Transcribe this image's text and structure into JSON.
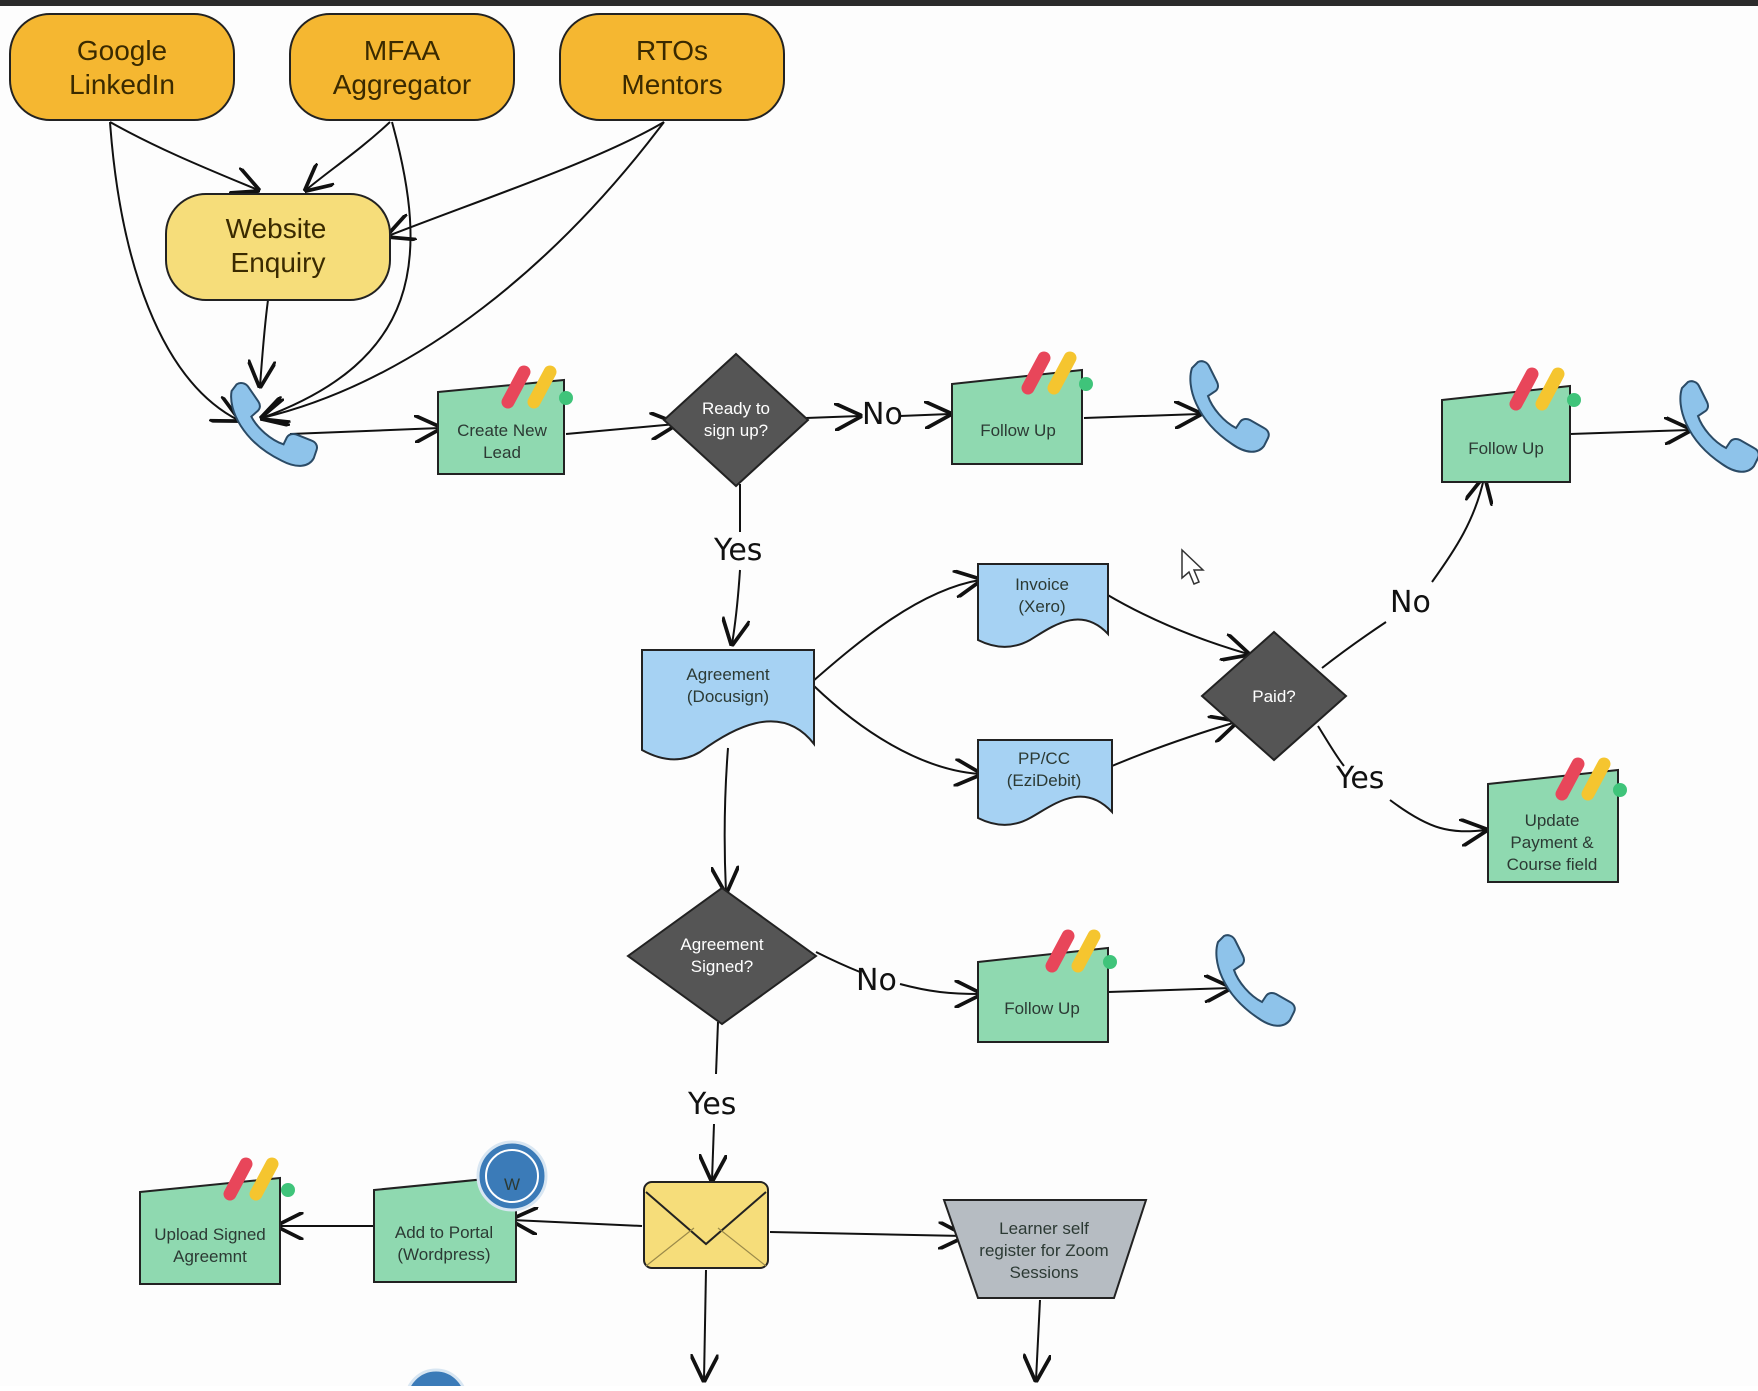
{
  "sources": [
    {
      "id": "src-google",
      "line1": "Google",
      "line2": "LinkedIn"
    },
    {
      "id": "src-mfaa",
      "line1": "MFAA",
      "line2": "Aggregator"
    },
    {
      "id": "src-rtos",
      "line1": "RTOs",
      "line2": "Mentors"
    }
  ],
  "website": {
    "line1": "Website",
    "line2": "Enquiry"
  },
  "nodes": {
    "create_lead": {
      "line1": "Create New",
      "line2": "Lead"
    },
    "ready": {
      "line1": "Ready to",
      "line2": "sign up?"
    },
    "followup1": {
      "line1": "Follow Up"
    },
    "followup2": {
      "line1": "Follow Up"
    },
    "followup3": {
      "line1": "Follow Up"
    },
    "agreement": {
      "line1": "Agreement",
      "line2": "(Docusign)"
    },
    "invoice": {
      "line1": "Invoice",
      "line2": "(Xero)"
    },
    "ppcc": {
      "line1": "PP/CC",
      "line2": "(EziDebit)"
    },
    "paid": {
      "line1": "Paid?"
    },
    "update": {
      "line1": "Update",
      "line2": "Payment &",
      "line3": "Course field"
    },
    "signed": {
      "line1": "Agreement",
      "line2": "Signed?"
    },
    "upload": {
      "line1": "Upload Signed",
      "line2": "Agreemnt"
    },
    "portal": {
      "line1": "Add to Portal",
      "line2": "(Wordpress)"
    },
    "zoom": {
      "line1": "Learner self",
      "line2": "register for Zoom",
      "line3": "Sessions"
    }
  },
  "edge_labels": {
    "ready_no": "No",
    "ready_yes": "Yes",
    "paid_no": "No",
    "paid_yes": "Yes",
    "signed_no": "No",
    "signed_yes": "Yes"
  },
  "colors": {
    "source_fill": "#f5b731",
    "website_fill": "#f6dd7a",
    "process_fill": "#8fd9b0",
    "document_fill": "#a6d2f3",
    "decision_fill": "#555555",
    "phone": "#8ec3ea",
    "email_fill": "#f6dd7a",
    "zoom_fill": "#b6bcc2",
    "logo_red": "#e8465a",
    "logo_yellow": "#f5c52f",
    "logo_green": "#3fc47a",
    "wordpress": "#3b7bb8"
  },
  "icons": [
    "phone-icon",
    "monday-logo-icon",
    "wordpress-icon",
    "email-icon",
    "mouse-cursor-icon"
  ]
}
